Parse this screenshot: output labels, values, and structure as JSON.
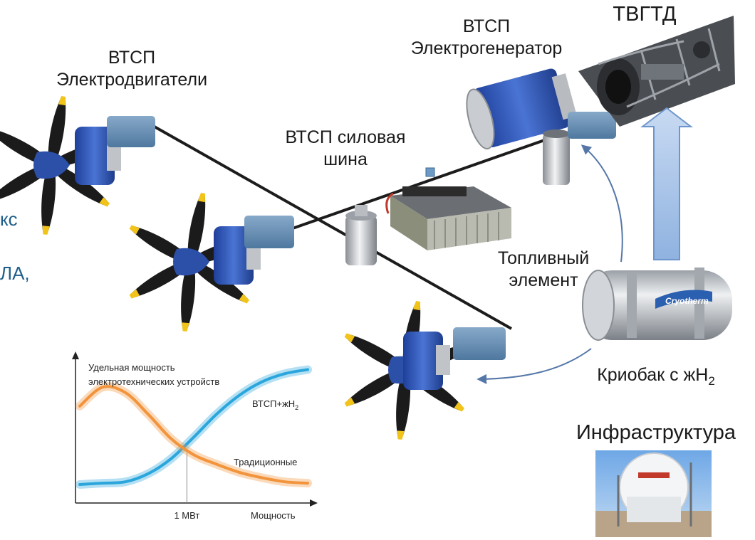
{
  "labels": {
    "motors": [
      "ВТСП",
      "Электродвигатели"
    ],
    "generator": [
      "ВТСП",
      "Электрогенератор"
    ],
    "turbine": "ТВГТД",
    "bus": [
      "ВТСП силовая",
      "шина"
    ],
    "fuel_cell": [
      "Топливный",
      "элемент"
    ],
    "cryo_prefix": "Криобак с жН",
    "cryo_sub": "2",
    "infrastructure": "Инфраструктура",
    "tank_brand": "Cryotherm",
    "left_cut_1": "кс",
    "left_cut_2": "ЛА,"
  },
  "colors": {
    "motor_blue": "#2f55b5",
    "spinner_blue": "#2c4fa8",
    "blade_black": "#1b1b1b",
    "blade_tip": "#f2c41a",
    "cable": "#1c1c1c",
    "controller_box": "#5d86ad",
    "arrow_blue": "#5577a8",
    "left_text": "#1f5f8b"
  },
  "chart_data": {
    "type": "line",
    "ylabel": [
      "Удельная мощность",
      "электротехнических устройств"
    ],
    "xlabel": "Мощность",
    "x_marker": "1 МВт",
    "series": [
      {
        "name": "ВТСП+жН",
        "name_sub": "2",
        "color": "#2aa6dc",
        "x": [
          0,
          0.1,
          0.2,
          0.3,
          0.4,
          0.5,
          0.6,
          0.7,
          0.8,
          0.9,
          1.0
        ],
        "values": [
          0.1,
          0.11,
          0.12,
          0.18,
          0.29,
          0.45,
          0.62,
          0.76,
          0.86,
          0.92,
          0.95
        ]
      },
      {
        "name": "Традиционные",
        "color": "#f2943c",
        "x": [
          0,
          0.1,
          0.2,
          0.3,
          0.4,
          0.5,
          0.6,
          0.7,
          0.8,
          0.9,
          1.0
        ],
        "values": [
          0.68,
          0.82,
          0.78,
          0.62,
          0.44,
          0.32,
          0.25,
          0.19,
          0.15,
          0.12,
          0.11
        ]
      }
    ],
    "x_marker_pos": 0.47,
    "grid": false,
    "legend": "inline"
  }
}
